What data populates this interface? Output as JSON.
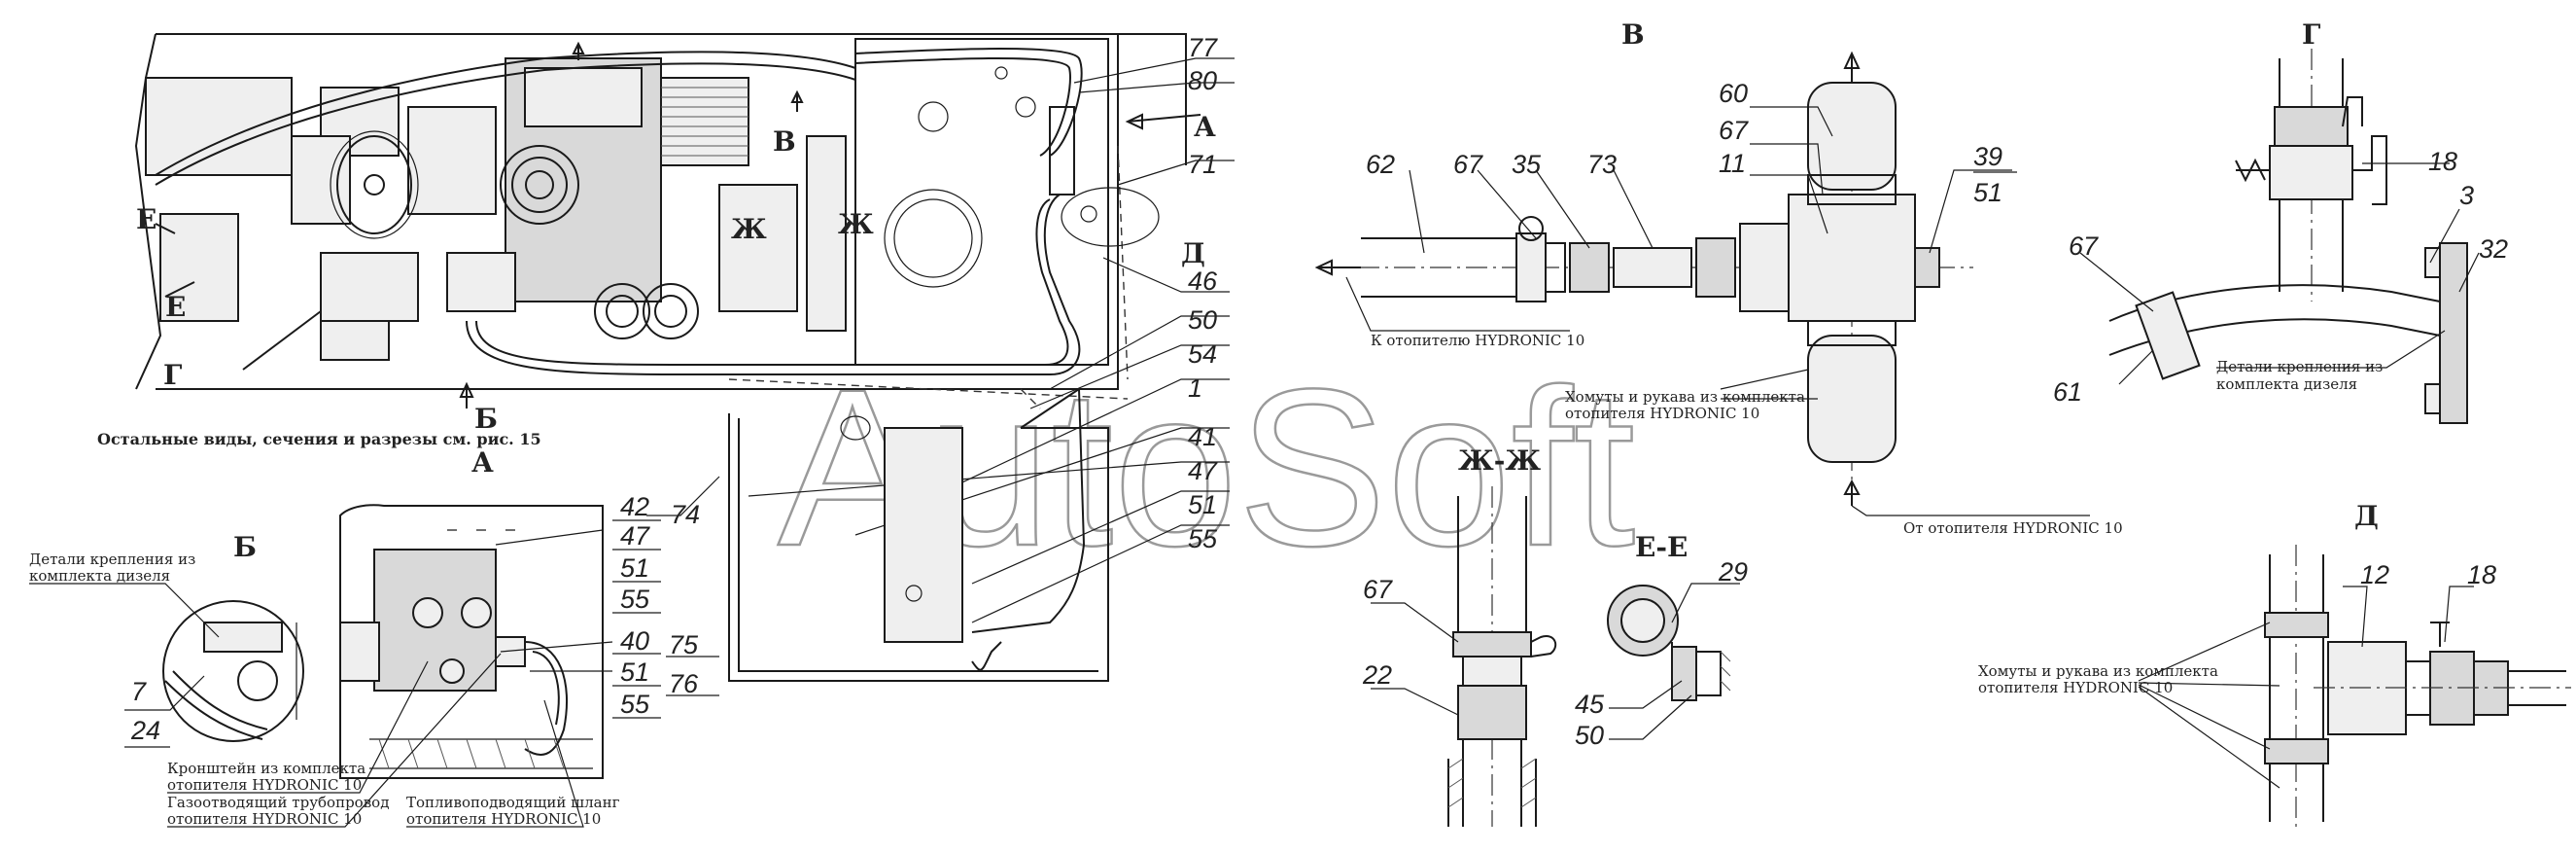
{
  "views": {
    "v": "В",
    "g": "Г",
    "zh": "Ж-Ж",
    "ee": "Е-Е",
    "d": "Д",
    "b": "Б",
    "a": "А"
  },
  "markers": {
    "a_main": "А",
    "b_main": "Б",
    "e_top": "Е",
    "e_bot": "Е",
    "g_main": "Г",
    "v_main": "В",
    "zh_1": "Ж",
    "zh_2": "Ж",
    "d_main": "Д"
  },
  "notes": {
    "other_views": "Остальные виды, сечения и разрезы см. рис. 15"
  },
  "captions": {
    "to_heater": "К отопителю HYDRONIC 10",
    "from_heater": "От отопителя HYDRONIC 10",
    "clamps_v_1": "Хомуты и рукава из комплекта",
    "clamps_v_2": "отопителя HYDRONIC 10",
    "clamps_d_1": "Хомуты и рукава из комплекта",
    "clamps_d_2": "отопителя HYDRONIC 10",
    "mount_g_1": "Детали крепления из",
    "mount_g_2": "комплекта дизеля",
    "mount_b_1": "Детали крепления из",
    "mount_b_2": "комплекта дизеля",
    "bracket_1": "Кронштейн из комплекта",
    "bracket_2": "отопителя HYDRONIC 10",
    "exhaust_1": "Газоотводящий трубопровод",
    "exhaust_2": "отопителя HYDRONIC 10",
    "fuel_1": "Топливоподводящий шланг",
    "fuel_2": "отопителя HYDRONIC 10"
  },
  "callouts": {
    "c77": "77",
    "c80": "80",
    "c71": "71",
    "c46": "46",
    "c50a": "50",
    "c54": "54",
    "c1": "1",
    "c41": "41",
    "c47a": "47",
    "c51a": "51",
    "c55a": "55",
    "c74": "74",
    "c42": "42",
    "c47b": "47",
    "c51b": "51",
    "c55b": "55",
    "c40": "40",
    "c51c": "51",
    "c55c": "55",
    "c75": "75",
    "c76": "76",
    "c24": "24",
    "c60": "60",
    "c67v": "67",
    "c11": "11",
    "c39": "39",
    "c51v": "51",
    "c62": "62",
    "c67v2": "67",
    "c35": "35",
    "c73": "73",
    "c18g": "18",
    "c3": "3",
    "c32": "32",
    "c67g": "67",
    "c61": "61",
    "c67zh": "67",
    "c22": "22",
    "c29": "29",
    "c45": "45",
    "c50e": "50",
    "c12": "12",
    "c18d": "18"
  },
  "watermark": "AutoSoft"
}
